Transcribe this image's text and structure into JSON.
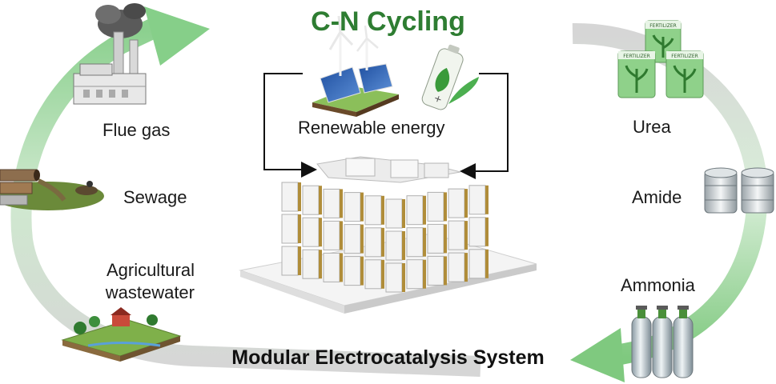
{
  "title": "C-N Cycling",
  "renewable_label": "Renewable energy",
  "sources": {
    "flue_gas": "Flue gas",
    "sewage": "Sewage",
    "agri_line1": "Agricultural",
    "agri_line2": "wastewater"
  },
  "products": {
    "urea": "Urea",
    "amide": "Amide",
    "ammonia": "Ammonia"
  },
  "fertilizer_text": "FERTILIZER",
  "system_label": "Modular Electrocatalysis System",
  "colors": {
    "title_green": "#2e7d32",
    "arrow_green": "#a5d6a7",
    "arrow_grey": "#c8c8c8",
    "module_white": "#f3f3f3"
  }
}
